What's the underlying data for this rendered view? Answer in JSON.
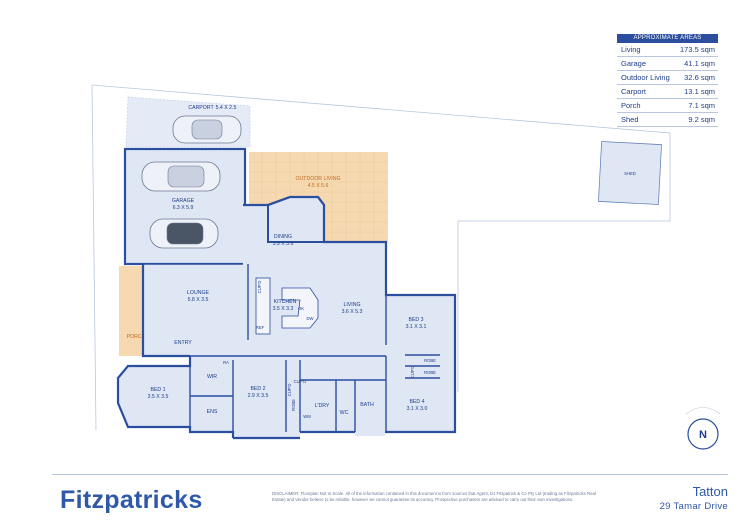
{
  "areas": {
    "header": "APPROXIMATE AREAS",
    "rows": [
      {
        "label": "Living",
        "value": "173.5 sqm"
      },
      {
        "label": "Garage",
        "value": "41.1 sqm"
      },
      {
        "label": "Outdoor Living",
        "value": "32.6 sqm"
      },
      {
        "label": "Carport",
        "value": "13.1 sqm"
      },
      {
        "label": "Porch",
        "value": "7.1 sqm"
      },
      {
        "label": "Shed",
        "value": "9.2 sqm"
      }
    ]
  },
  "rooms": {
    "carport": {
      "name": "CARPORT",
      "dims": "5.4 X 2.5"
    },
    "garage": {
      "name": "GARAGE",
      "dims": "6.3 X 5.9"
    },
    "outdoor": {
      "name": "OUTDOOR LIVING",
      "dims": "4.5 X 5.6"
    },
    "dining": {
      "name": "DINING",
      "dims": "3.9 X 3.6"
    },
    "lounge": {
      "name": "LOUNGE",
      "dims": "5.8 X 3.5"
    },
    "kitchen": {
      "name": "KITCHEN",
      "dims": "3.5 X 3.3"
    },
    "living": {
      "name": "LIVING",
      "dims": "3.6 X 5.3"
    },
    "bed3": {
      "name": "BED 3",
      "dims": "3.1 X 3.1"
    },
    "bed1": {
      "name": "BED 1",
      "dims": "3.5 X 3.5"
    },
    "bed2": {
      "name": "BED 2",
      "dims": "2.9 X 3.5"
    },
    "bed4": {
      "name": "BED 4",
      "dims": "3.1 X 3.0"
    },
    "shed": {
      "name": "SHED"
    },
    "porch": {
      "name": "PORCH"
    },
    "entry": {
      "name": "ENTRY"
    },
    "wir": {
      "name": "WIR"
    },
    "ens": {
      "name": "ENS"
    },
    "ldry": {
      "name": "L'DRY"
    },
    "wc": {
      "name": "WC"
    },
    "bath": {
      "name": "BATH"
    },
    "robe": {
      "name": "ROBE"
    },
    "cupd": {
      "name": "CUP'D"
    },
    "wm": {
      "name": "WM"
    },
    "ref": {
      "name": "REF"
    },
    "dw": {
      "name": "DW"
    },
    "ok": {
      "name": "OK"
    },
    "ra": {
      "name": "RA"
    }
  },
  "compass": {
    "label": "N"
  },
  "footer": {
    "brand": "Fitzpatricks",
    "disclaimer": "DISCLAIMER: Floorplan Not to Scale. All of the information contained in this document is from sources that Agent, DJ Fitzpatrick & Co Pty Ltd (trading as Fitzpatricks Real Estate) and Vendor believe to be reliable, however we cannot guarantee its accuracy. Prospective purchasers are advised to carry out their own investigations.",
    "suburb": "Tatton",
    "address": "29 Tamar Drive"
  },
  "colors": {
    "wall": "#2b4f9e",
    "floor": "#dfe6f4",
    "outdoor": "#f6d9b0",
    "accent": "#2f58a8"
  }
}
